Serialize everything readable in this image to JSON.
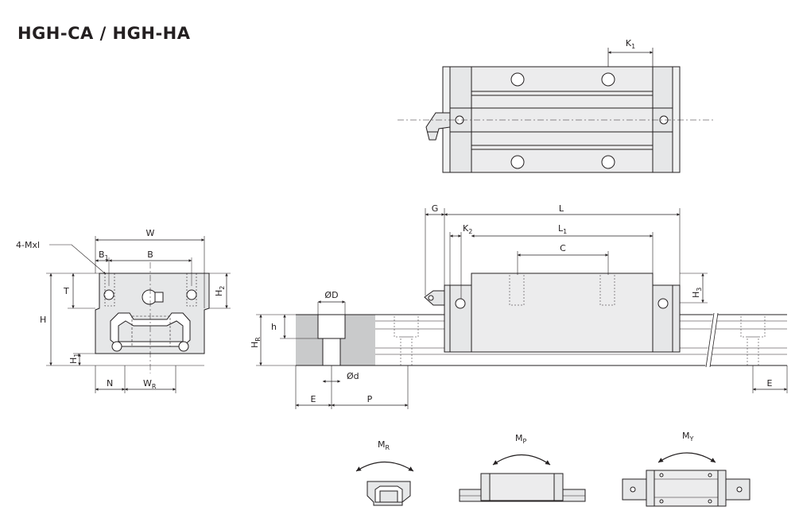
{
  "title": "HGH-CA / HGH-HA",
  "top_view": {
    "k1": "K",
    "k1_sub": "1"
  },
  "front_view": {
    "w": "W",
    "b": "B",
    "b1": "B",
    "b1_sub": "1",
    "bolt": "4-Mxl",
    "t": "T",
    "h": "H",
    "h1": "H",
    "h1_sub": "1",
    "h2": "H",
    "h2_sub": "2",
    "n": "N",
    "wr": "W",
    "wr_sub": "R"
  },
  "side_view": {
    "g": "G",
    "l": "L",
    "l1": "L",
    "l1_sub": "1",
    "k2": "K",
    "k2_sub": "2",
    "c": "C",
    "h3": "H",
    "h3_sub": "3",
    "hr": "H",
    "hr_sub": "R",
    "h": "h",
    "od": "ØD",
    "d": "Ød",
    "e": "E",
    "p": "P",
    "e2": "E"
  },
  "moments": {
    "mr": "M",
    "mr_sub": "R",
    "mp": "M",
    "mp_sub": "P",
    "my": "M",
    "my_sub": "Y"
  },
  "colors": {
    "line": "#231f20",
    "fill": "#e6e7e8",
    "section": "#c9cacb"
  }
}
